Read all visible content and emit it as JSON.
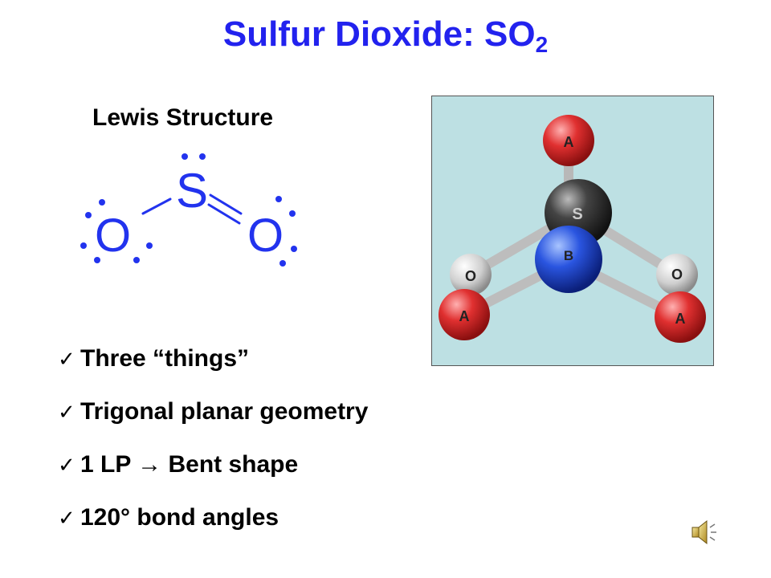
{
  "title": {
    "text": "Sulfur Dioxide:  SO",
    "subscript": "2"
  },
  "lewis": {
    "heading": "Lewis Structure",
    "atoms": {
      "center": "S",
      "left": "O",
      "right": "O"
    }
  },
  "model": {
    "atom_labels": {
      "sulfur": "S",
      "oxygen_left": "O",
      "oxygen_right": "O",
      "pair_top": "A",
      "pair_left": "A",
      "pair_right": "A",
      "lone_pair": "B"
    },
    "colors": {
      "background": "#bde0e3",
      "bonding_pair": "#e03030",
      "lone_pair": "#2a55e0",
      "sulfur": "#333333",
      "oxygen": "#cfcfcf"
    }
  },
  "bullets": [
    {
      "check": "✓",
      "text": "Three “things”"
    },
    {
      "check": "✓",
      "text": "Trigonal planar geometry"
    },
    {
      "check": "✓",
      "text": "1 LP → Bent shape"
    },
    {
      "check": "✓",
      "text": "120° bond angles"
    }
  ],
  "colors": {
    "title": "#2222ee",
    "lewis": "#2233ee"
  }
}
